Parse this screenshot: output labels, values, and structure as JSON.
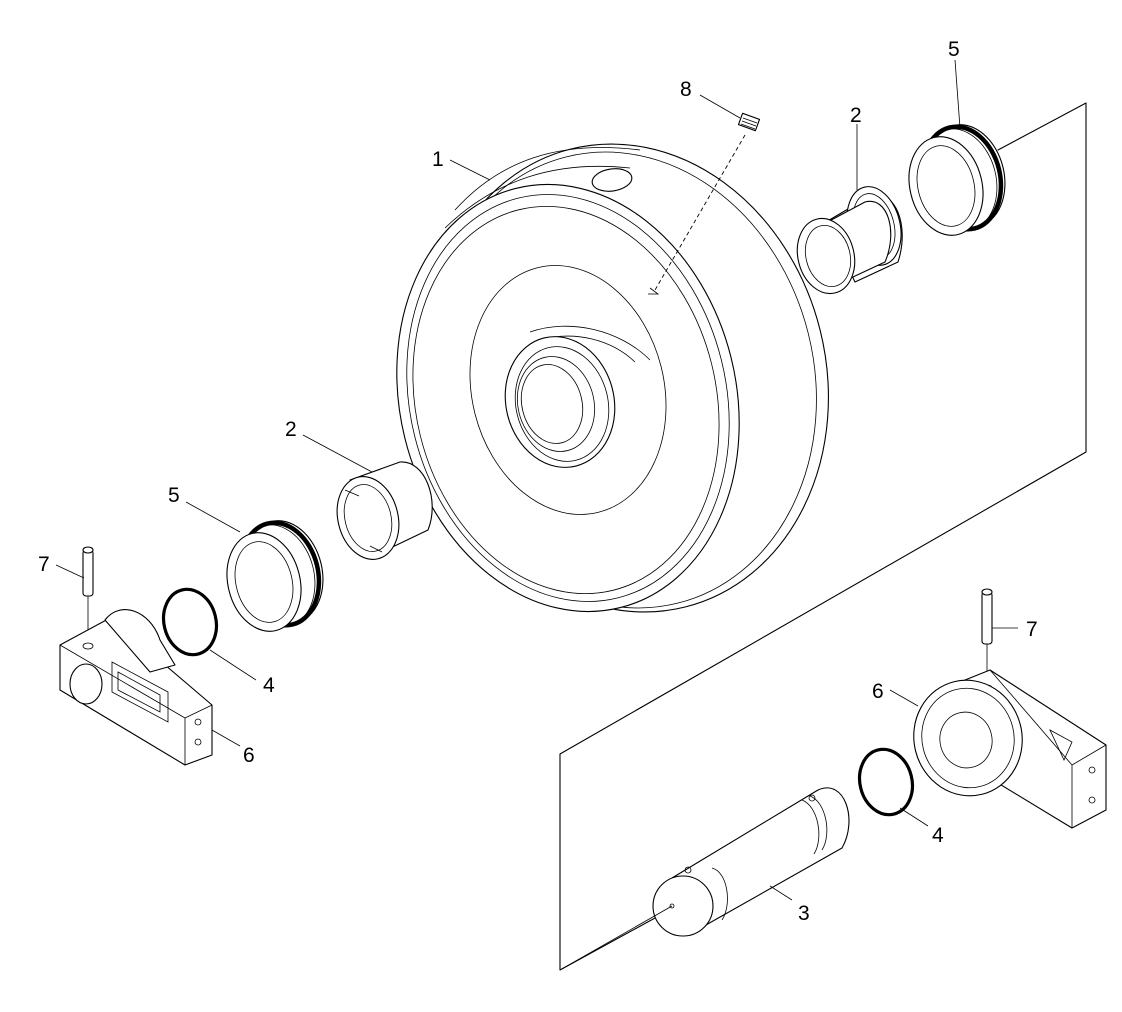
{
  "callouts": [
    {
      "id": "1",
      "label": "1"
    },
    {
      "id": "2-top",
      "label": "2"
    },
    {
      "id": "2-left",
      "label": "2"
    },
    {
      "id": "3",
      "label": "3"
    },
    {
      "id": "4-left",
      "label": "4"
    },
    {
      "id": "4-right",
      "label": "4"
    },
    {
      "id": "5-top",
      "label": "5"
    },
    {
      "id": "5-left",
      "label": "5"
    },
    {
      "id": "6-left",
      "label": "6"
    },
    {
      "id": "6-right",
      "label": "6"
    },
    {
      "id": "7-left",
      "label": "7"
    },
    {
      "id": "7-right",
      "label": "7"
    },
    {
      "id": "8",
      "label": "8"
    }
  ]
}
